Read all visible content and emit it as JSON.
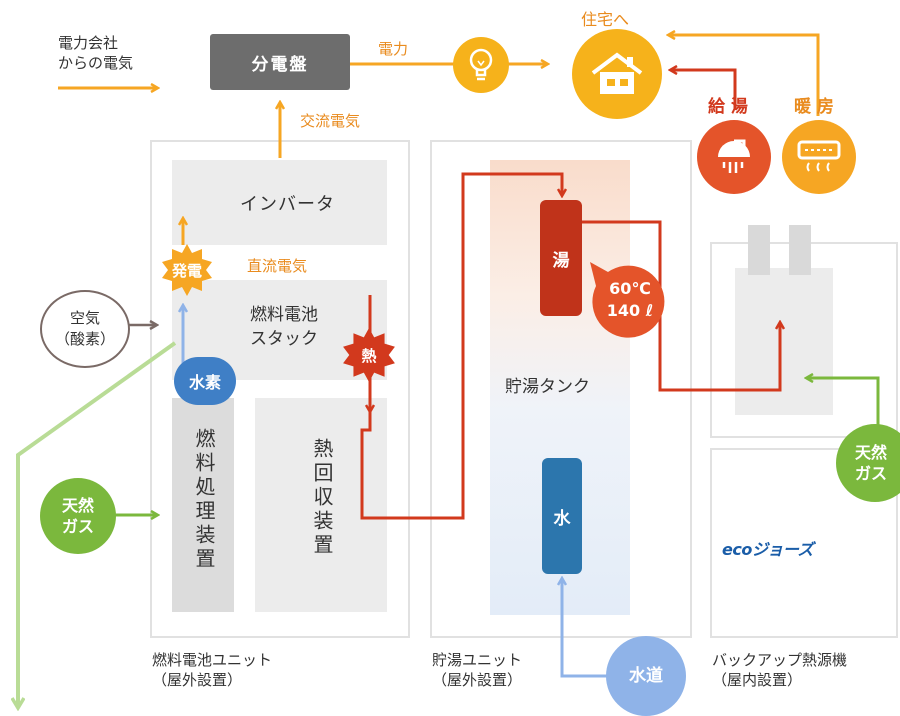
{
  "source": {
    "line1": "電力会社",
    "line2": "からの電気"
  },
  "panel": "分電盤",
  "electricity_label": "電力",
  "home_label": "住宅へ",
  "ac_label": "交流電気",
  "dc_label": "直流電気",
  "hot_water_supply": "給 湯",
  "heating": "暖 房",
  "inverter": "インバータ",
  "generation_burst": "発電",
  "stack": {
    "line1": "燃料電池",
    "line2": "スタック"
  },
  "heat_burst": "熱",
  "air": {
    "line1": "空気",
    "line2": "（酸素）"
  },
  "hydrogen": "水素",
  "fuel_processor": "燃料処理装置",
  "heat_recovery": "熱回収装置",
  "gas_left": {
    "line1": "天然",
    "line2": "ガス"
  },
  "gas_right": {
    "line1": "天然",
    "line2": "ガス"
  },
  "tank_hot": "湯",
  "tank_temp": {
    "line1": "60℃",
    "line2": "140 ℓ"
  },
  "tank_label": "貯湯タンク",
  "tank_cold": "水",
  "water_supply": "水道",
  "ecojozu_logo": "ecoジョーズ",
  "units": {
    "fuel_cell": {
      "name": "燃料電池ユニット",
      "place": "（屋外設置）"
    },
    "storage": {
      "name": "貯湯ユニット",
      "place": "（屋外設置）"
    },
    "backup": {
      "name": "バックアップ熱源機",
      "place": "（屋内設置）"
    }
  },
  "colors": {
    "orange": "#f6a623",
    "red": "#d2391d",
    "blue": "#8fb3e8",
    "green": "#7bb83d",
    "lightgreen": "#b9dc96",
    "gray": "#6d6d6d"
  }
}
